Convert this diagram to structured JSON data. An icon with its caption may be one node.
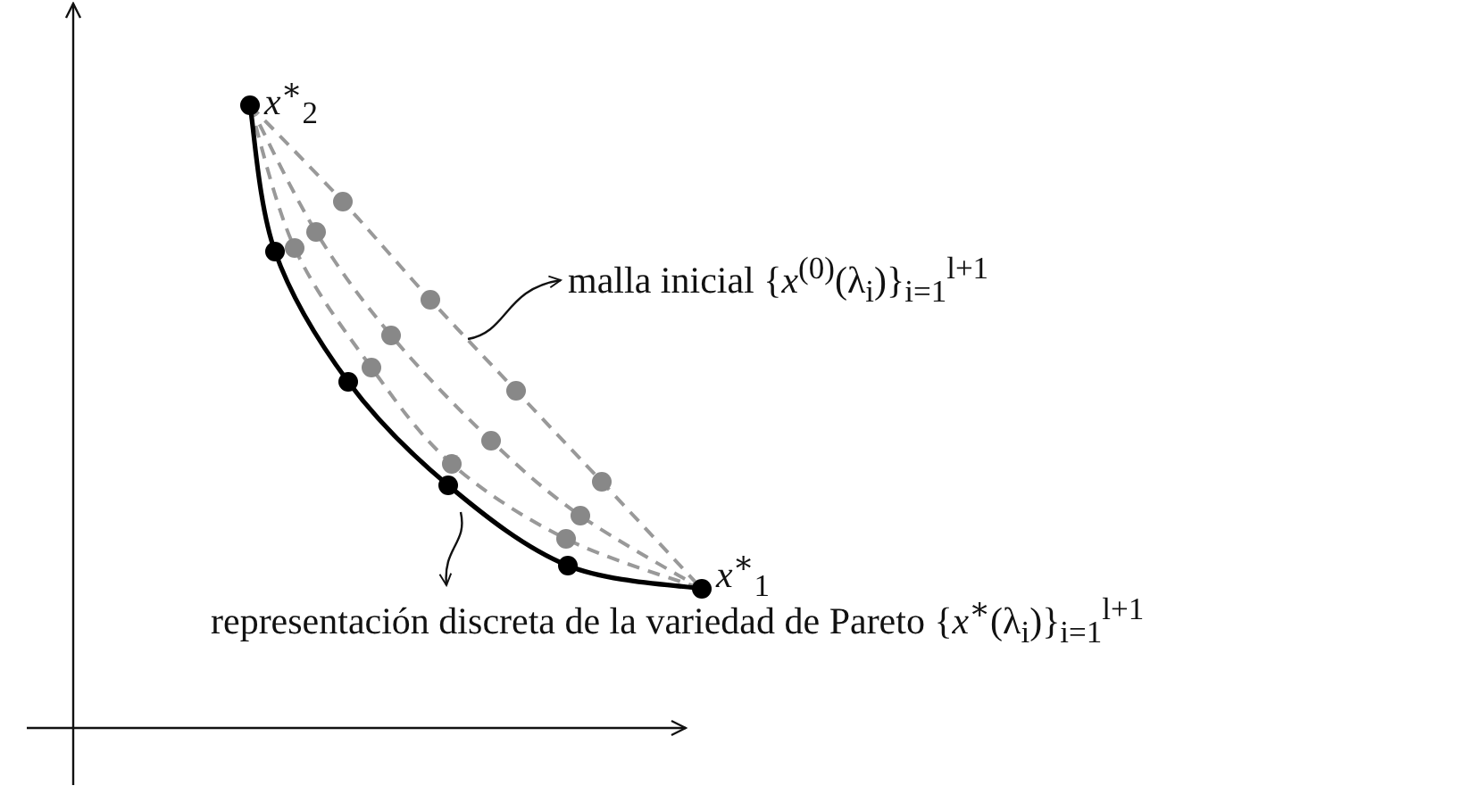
{
  "diagram": {
    "nodes": [
      {
        "text": [
          "malla inicial {*x*$^{(0)}$(λ$_{i}$)}$_{i=1}$$^{l+1}$"
        ]
      },
      {
        "text": [
          "representación discreta de la variedad de Pareto {*x*$^{∗}$(λ$_{i}$)}$_{i=1}$$^{l+1}$"
        ]
      }
    ],
    "edges": [
      {
        "from": null,
        "to": 0,
        "arrow": "to"
      },
      {
        "from": null,
        "to": 1,
        "arrow": "to"
      }
    ],
    "labels": [
      "*x*$^{∗}$$_{2}$",
      "*x*$^{∗}$$_{1}$"
    ]
  }
}
